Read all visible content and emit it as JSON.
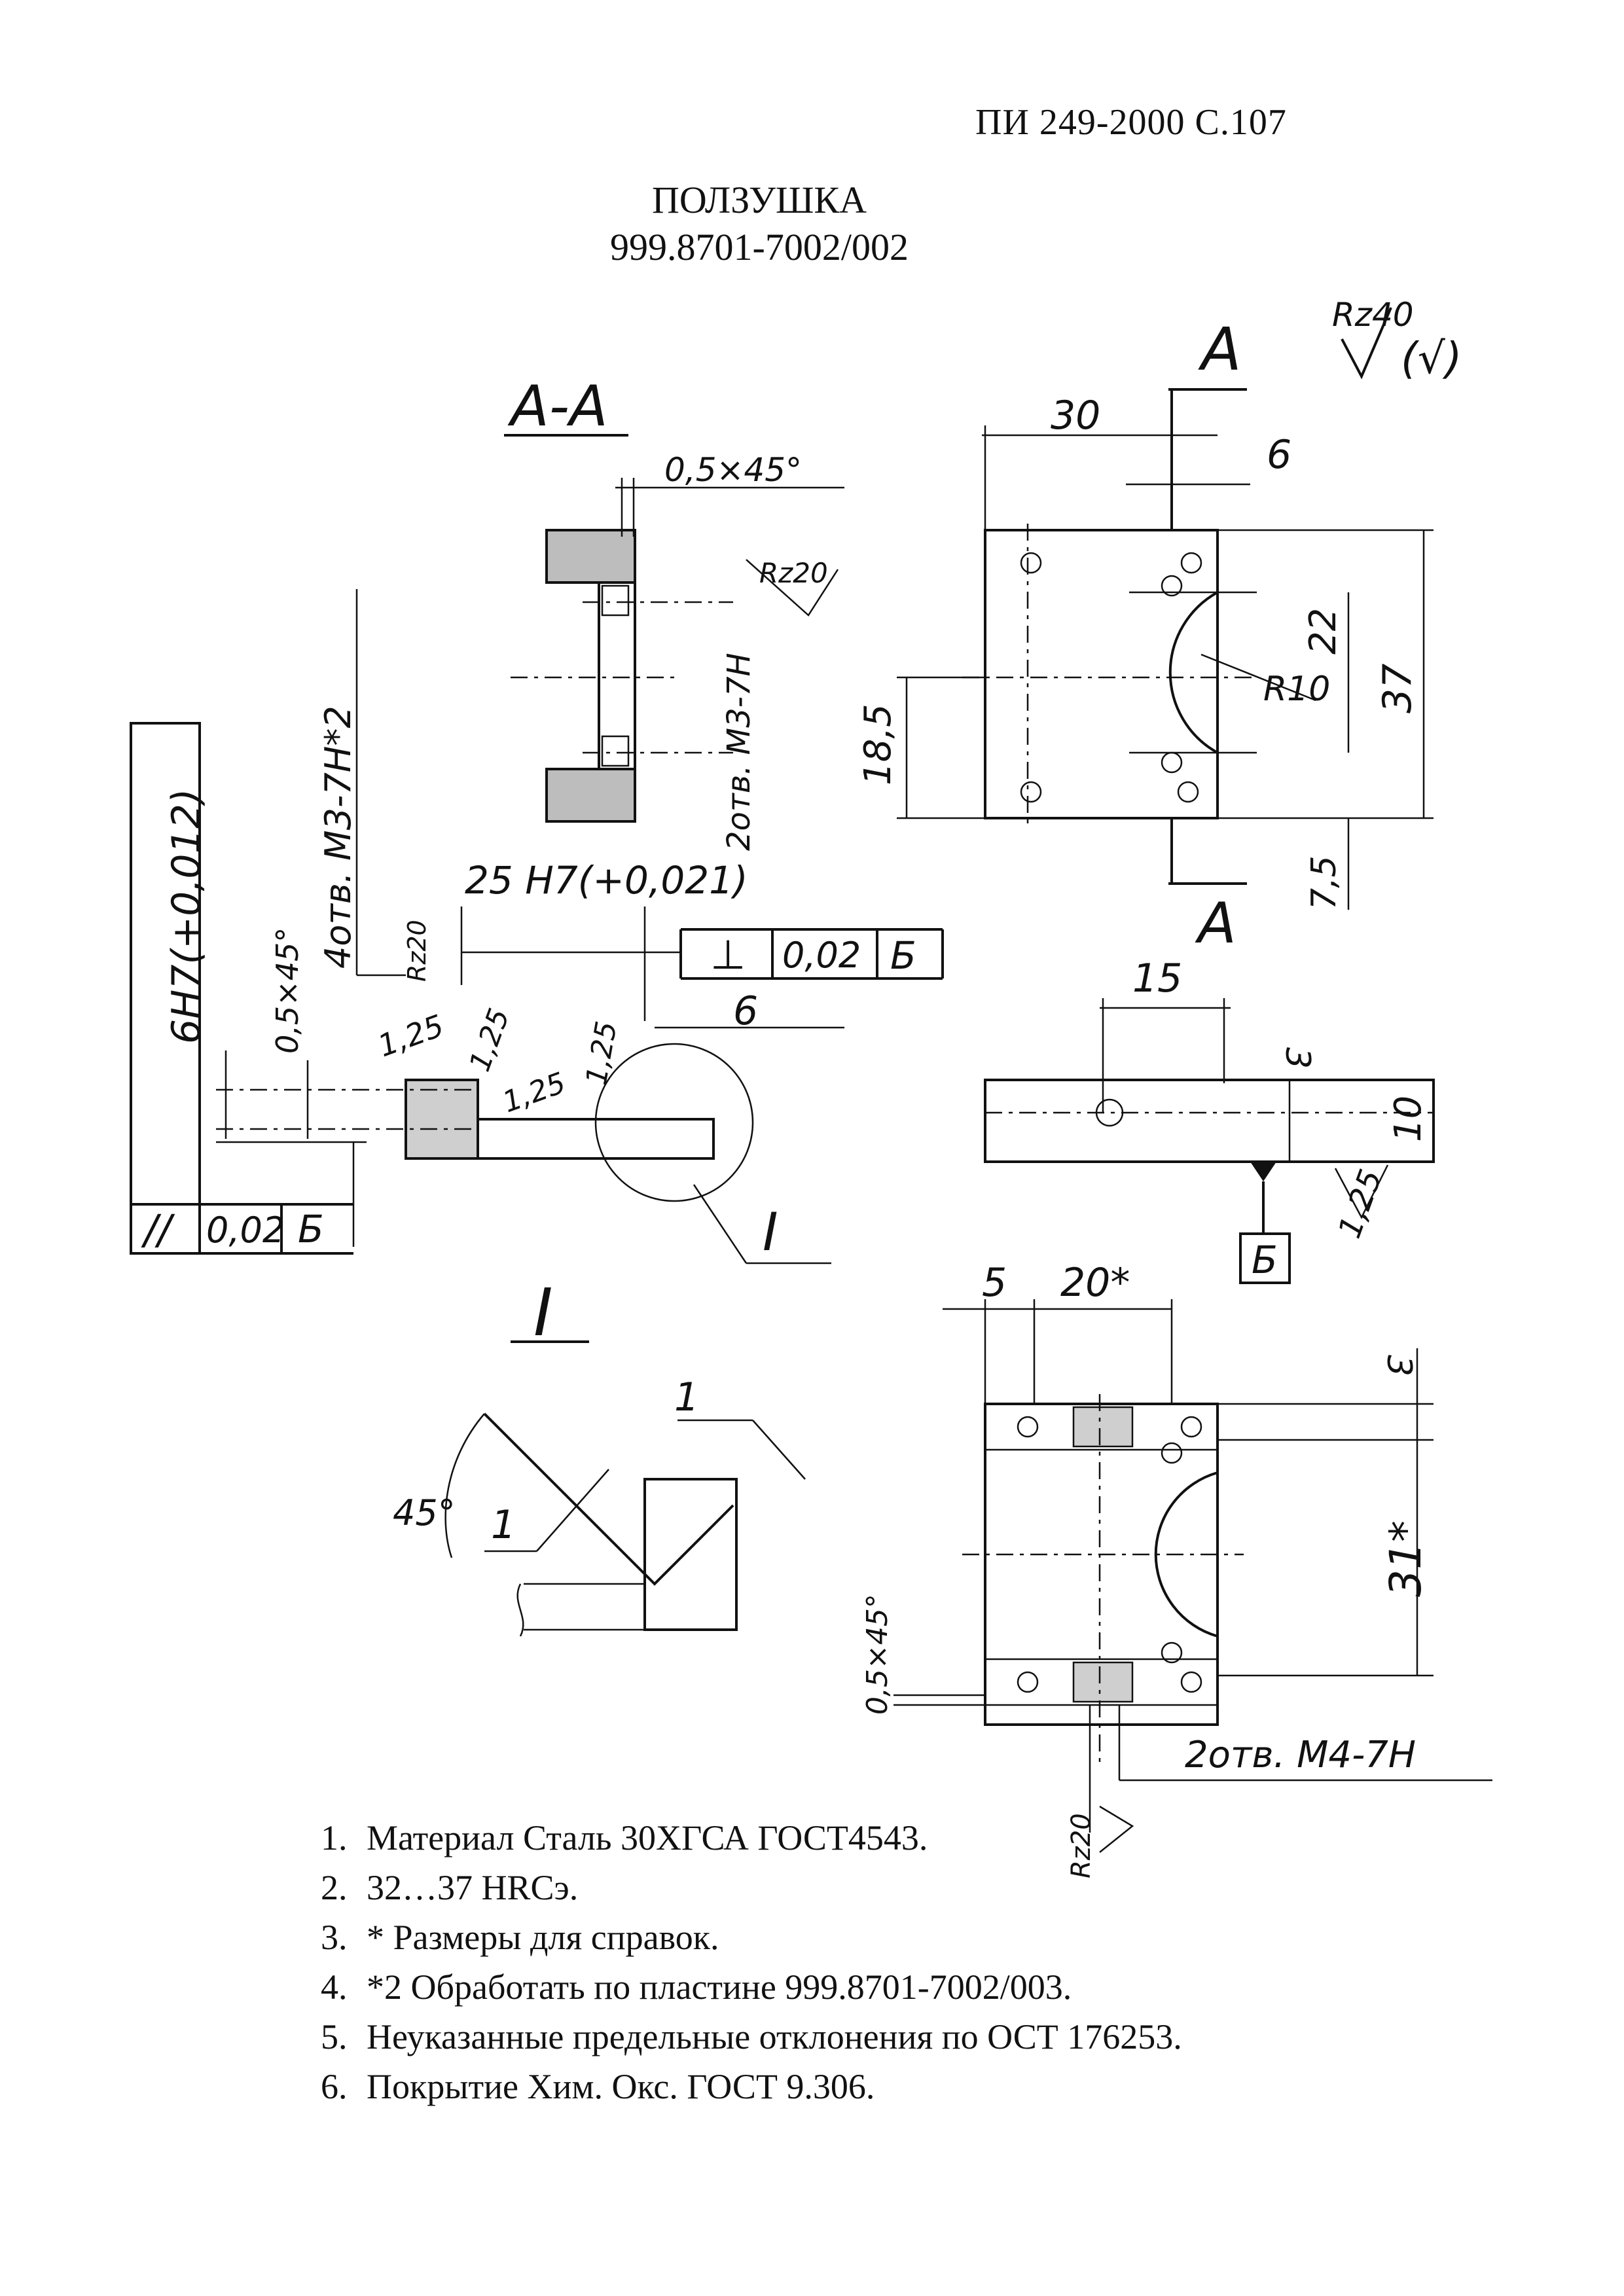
{
  "header": {
    "sheet_ref": "ПИ 249-2000  С.107"
  },
  "title": {
    "name": "ПОЛЗУШКА",
    "code": "999.8701-7002/002"
  },
  "drawing": {
    "roughness_general": "Rz40",
    "roughness_general_symbol": "(√)",
    "section_view_label": "А-А",
    "section_marker": "А",
    "detail_label": "I",
    "dimensions": {
      "d30": "30",
      "d6": "6",
      "d37": "37",
      "d22": "22",
      "r10": "R10",
      "d18_5": "18,5",
      "d7_5": "7,5",
      "d15": "15",
      "d3": "3",
      "d10": "10",
      "d5": "5",
      "d20": "20*",
      "d31": "31*",
      "d25": "25 H7(+0,021)",
      "d6b": "6",
      "d6h7": "6H7(+0,012)",
      "d45": "45°",
      "d1": "1",
      "d1b": "1"
    },
    "chamfers": {
      "c1": "0,5×45°",
      "c2": "0,5×45°",
      "c3": "0,5×45°"
    },
    "roughness": {
      "rz20": "Rz20",
      "r125": "1,25"
    },
    "holes": {
      "m3_2": "2отв. М3-7Н",
      "m3_4": "4отв. М3-7Н*2",
      "m4_2": "2отв. М4-7Н"
    },
    "tolerances": {
      "perp": {
        "symbol": "⊥",
        "value": "0,02",
        "datum": "Б"
      },
      "parallel": {
        "symbol": "//",
        "value": "0,02",
        "datum": "Б"
      },
      "datum_box": "Б"
    }
  },
  "notes": [
    "Материал Сталь 30ХГСА ГОСТ4543.",
    "32…37 HRCэ.",
    "* Размеры для справок.",
    "*2 Обработать по пластине 999.8701-7002/003.",
    "Неуказанные предельные отклонения по ОСТ 176253.",
    "Покрытие Хим. Окс. ГОСТ 9.306."
  ]
}
